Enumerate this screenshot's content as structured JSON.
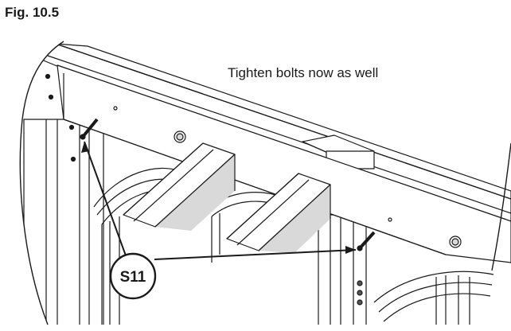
{
  "figure": {
    "label": "Fig. 10.5",
    "note": "Tighten bolts now as well",
    "callout": "S11"
  },
  "colors": {
    "ink": "#1a1a1a",
    "panel": "#ffffff",
    "shade": "#d9d9d9",
    "dark": "#555555"
  }
}
